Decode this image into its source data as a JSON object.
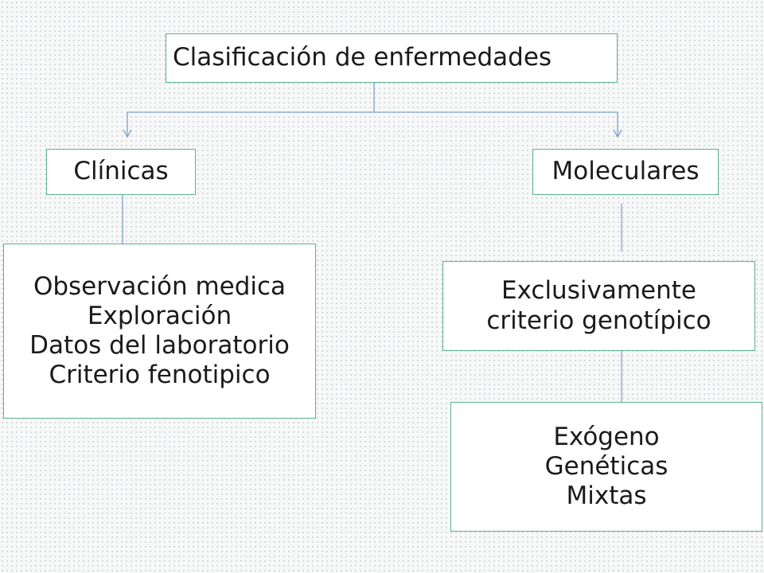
{
  "diagram": {
    "root": {
      "label": "Clasificación de enfermedades"
    },
    "clinicas": {
      "label": "Clínicas",
      "detail": [
        "Observación medica",
        "Exploración",
        "Datos del laboratorio",
        "Criterio fenotipico"
      ]
    },
    "moleculares": {
      "label": "Moleculares",
      "detail": [
        "Exclusivamente",
        "criterio genotípico"
      ],
      "tipos": [
        "Exógeno",
        "Genéticas",
        "Mixtas"
      ]
    }
  },
  "colors": {
    "box_border": "#5cb08c",
    "connector": "#7fa3cf",
    "background": "#f7f8f8"
  }
}
